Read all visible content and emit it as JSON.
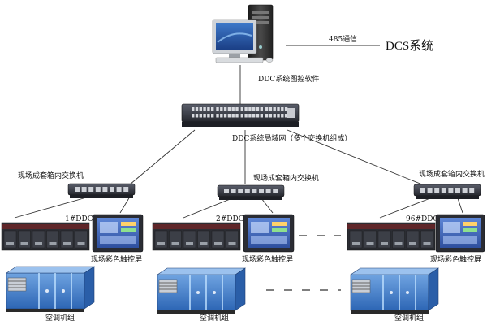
{
  "nodes": {
    "dcs": "DCS系统",
    "link_485": "485通信",
    "pc_software": "DDC系统图控软件",
    "lan": "DDC系统局域网（多个交换机组成）"
  },
  "stations": [
    {
      "switch_label": "现场成套箱内交换机",
      "ddc_label": "1#DDC",
      "touch_label": "现场彩色触控屏",
      "ahu_label": "空调机组"
    },
    {
      "switch_label": "现场成套箱内交换机",
      "ddc_label": "2#DDC",
      "touch_label": "现场彩色触控屏",
      "ahu_label": "空调机组"
    },
    {
      "switch_label": "现场成套箱内交换机",
      "ddc_label": "96#DDC",
      "touch_label": "现场彩色触控屏",
      "ahu_label": "空调机组"
    }
  ],
  "colors": {
    "line": "#333333",
    "ahu_blue": "#3a78c8",
    "screen_blue": "#3f63b6",
    "switch_dark": "#3a3d47"
  }
}
